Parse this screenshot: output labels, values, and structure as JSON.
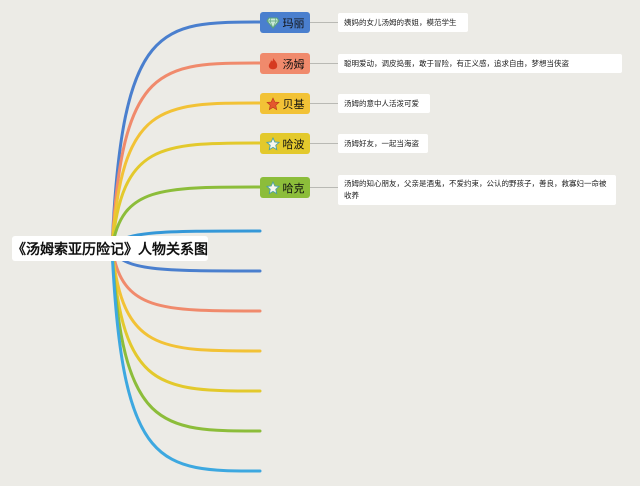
{
  "root": {
    "title": "《汤姆索亚历险记》人物关系图"
  },
  "characters": [
    {
      "name": "玛丽",
      "icon": "diamond-icon",
      "color": "#4a7fce",
      "description": "姨妈的女儿汤姆的表姐，模范学生"
    },
    {
      "name": "汤姆",
      "icon": "flame-icon",
      "color": "#f08a6c",
      "description": "聪明爱动，调皮捣蛋，敢于冒险，有正义感，追求自由，梦想当侠盗"
    },
    {
      "name": "贝基",
      "icon": "star-filled-icon",
      "color": "#f2c236",
      "description": "汤姆的意中人活泼可爱"
    },
    {
      "name": "哈波",
      "icon": "star-outline-icon",
      "color": "#e3c92c",
      "description": "汤姆好友，一起当海盗"
    },
    {
      "name": "哈克",
      "icon": "star-outline-icon",
      "color": "#8cbd3a",
      "description": "汤姆的知心朋友，父亲是酒鬼，不爱约束，公认的野孩子，善良，救寡妇一命被收养"
    }
  ],
  "lower_branch_colors": [
    "#3598d8",
    "#4a7fce",
    "#f08a6c",
    "#f2c236",
    "#e3c92c",
    "#8cbd3a",
    "#3da8e0"
  ]
}
